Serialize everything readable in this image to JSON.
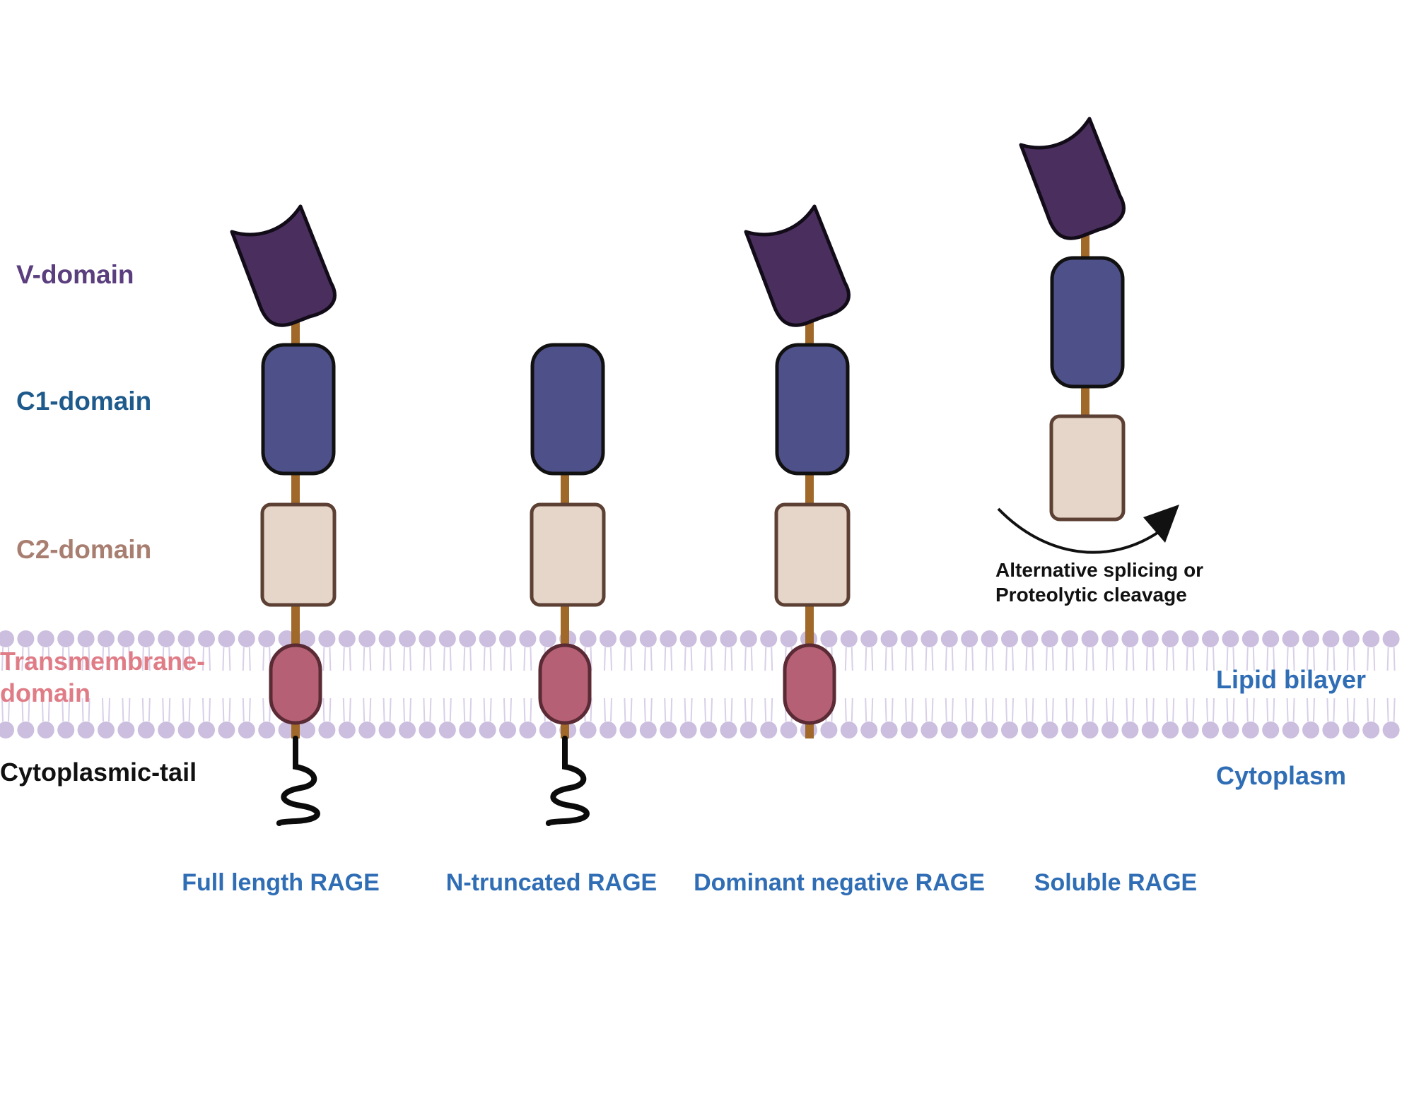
{
  "side_labels": {
    "v_domain": "V-domain",
    "c1_domain": "C1-domain",
    "c2_domain": "C2-domain",
    "transmembrane_line1": "Transmembrane-",
    "transmembrane_line2": "domain",
    "cytoplasmic_tail": "Cytoplasmic-tail"
  },
  "region_labels": {
    "lipid_bilayer": "Lipid bilayer",
    "cytoplasm": "Cytoplasm"
  },
  "process_label": {
    "line1": "Alternative splicing or",
    "line2": "Proteolytic cleavage"
  },
  "variants": [
    {
      "label": "Full length RAGE",
      "domains": [
        "V",
        "C1",
        "C2",
        "TM",
        "tail"
      ]
    },
    {
      "label": "N-truncated RAGE",
      "domains": [
        "C1",
        "C2",
        "TM",
        "tail"
      ]
    },
    {
      "label": "Dominant negative RAGE",
      "domains": [
        "V",
        "C1",
        "C2",
        "TM"
      ]
    },
    {
      "label": "Soluble RAGE",
      "domains": [
        "V",
        "C1",
        "C2"
      ]
    }
  ],
  "colors": {
    "v_domain": "#4a2f5e",
    "c1_domain": "#4e5089",
    "c2_domain": "#e6d6c9",
    "c2_stroke": "#5c4033",
    "tm_domain": "#b56074",
    "tm_stroke": "#5a2a35",
    "linker": "#a0692a",
    "lipid_head": "#cbbedf",
    "lipid_tail": "#d9cfe8",
    "label_v": "#5a3e7e",
    "label_c1": "#1f5a8c",
    "label_c2": "#a87e70",
    "label_tm": "#e07c86",
    "label_blue": "#2f6db5",
    "label_black": "#111111"
  }
}
